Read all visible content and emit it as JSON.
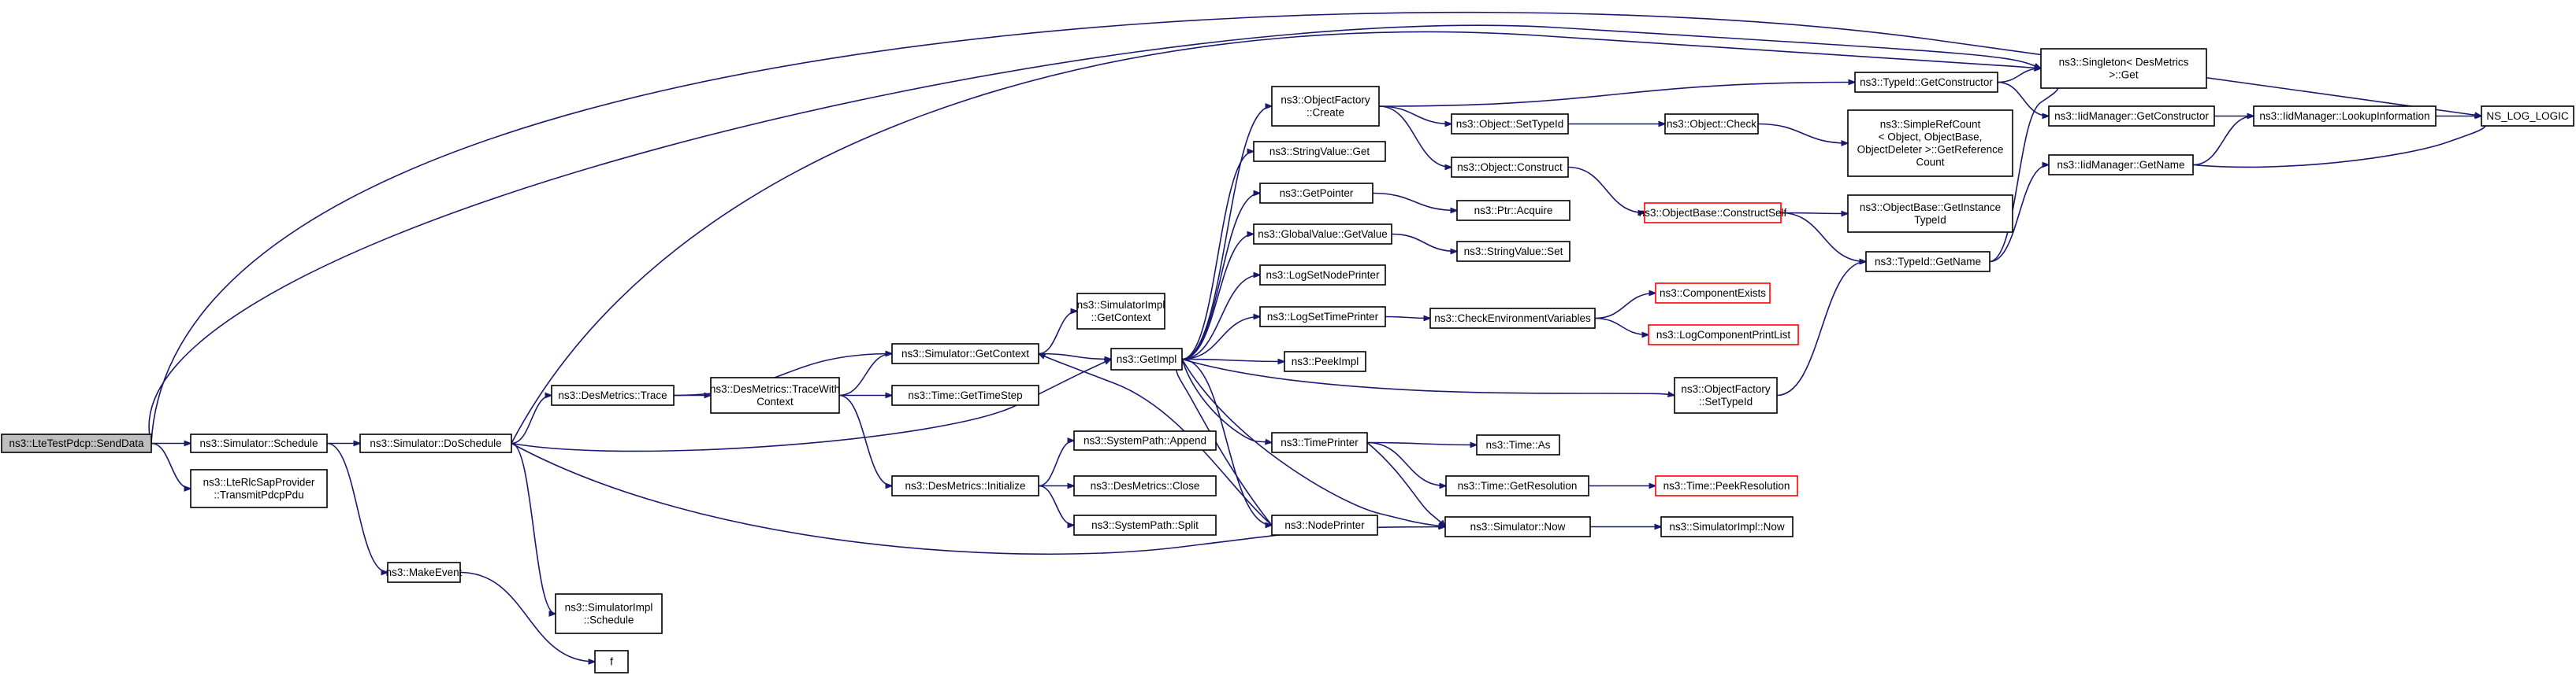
{
  "nodes": [
    {
      "id": "send",
      "lines": [
        "ns3::LteTestPdcp::SendData"
      ],
      "style": "root"
    },
    {
      "id": "sched",
      "lines": [
        "ns3::Simulator::Schedule"
      ]
    },
    {
      "id": "transmit",
      "lines": [
        "ns3::LteRlcSapProvider",
        "::TransmitPdcpPdu"
      ]
    },
    {
      "id": "dosched",
      "lines": [
        "ns3::Simulator::DoSchedule"
      ]
    },
    {
      "id": "makeevent",
      "lines": [
        "ns3::MakeEvent"
      ]
    },
    {
      "id": "f",
      "lines": [
        "f"
      ]
    },
    {
      "id": "trace",
      "lines": [
        "ns3::DesMetrics::Trace"
      ]
    },
    {
      "id": "tracewith",
      "lines": [
        "ns3::DesMetrics::TraceWith",
        "Context"
      ]
    },
    {
      "id": "getcontext",
      "lines": [
        "ns3::Simulator::GetContext"
      ]
    },
    {
      "id": "timestep",
      "lines": [
        "ns3::Time::GetTimeStep"
      ]
    },
    {
      "id": "initialize",
      "lines": [
        "ns3::DesMetrics::Initialize"
      ]
    },
    {
      "id": "implctx",
      "lines": [
        "ns3::SimulatorImpl",
        "::GetContext"
      ]
    },
    {
      "id": "append",
      "lines": [
        "ns3::SystemPath::Append"
      ]
    },
    {
      "id": "close",
      "lines": [
        "ns3::DesMetrics::Close"
      ]
    },
    {
      "id": "split",
      "lines": [
        "ns3::SystemPath::Split"
      ]
    },
    {
      "id": "implsched",
      "lines": [
        "ns3::SimulatorImpl",
        "::Schedule"
      ]
    },
    {
      "id": "getimpl",
      "lines": [
        "ns3::GetImpl"
      ]
    },
    {
      "id": "ofcreate",
      "lines": [
        "ns3::ObjectFactory",
        "::Create"
      ]
    },
    {
      "id": "svget",
      "lines": [
        "ns3::StringValue::Get"
      ]
    },
    {
      "id": "getpointer",
      "lines": [
        "ns3::GetPointer"
      ]
    },
    {
      "id": "gvget",
      "lines": [
        "ns3::GlobalValue::GetValue"
      ]
    },
    {
      "id": "lsnode",
      "lines": [
        "ns3::LogSetNodePrinter"
      ]
    },
    {
      "id": "lstime",
      "lines": [
        "ns3::LogSetTimePrinter"
      ]
    },
    {
      "id": "peek",
      "lines": [
        "ns3::PeekImpl"
      ]
    },
    {
      "id": "timeprinter",
      "lines": [
        "ns3::TimePrinter"
      ]
    },
    {
      "id": "nodeprinter",
      "lines": [
        "ns3::NodePrinter"
      ]
    },
    {
      "id": "settypeid",
      "lines": [
        "ns3::Object::SetTypeId"
      ]
    },
    {
      "id": "construct",
      "lines": [
        "ns3::Object::Construct"
      ]
    },
    {
      "id": "acquire",
      "lines": [
        "ns3::Ptr::Acquire"
      ]
    },
    {
      "id": "svset",
      "lines": [
        "ns3::StringValue::Set"
      ]
    },
    {
      "id": "checkenv",
      "lines": [
        "ns3::CheckEnvironmentVariables"
      ]
    },
    {
      "id": "timeas",
      "lines": [
        "ns3::Time::As"
      ]
    },
    {
      "id": "getres",
      "lines": [
        "ns3::Time::GetResolution"
      ]
    },
    {
      "id": "simnow",
      "lines": [
        "ns3::Simulator::Now"
      ]
    },
    {
      "id": "tgetctor",
      "lines": [
        "ns3::TypeId::GetConstructor"
      ]
    },
    {
      "id": "ocheck",
      "lines": [
        "ns3::Object::Check"
      ]
    },
    {
      "id": "constructself",
      "lines": [
        "ns3::ObjectBase::ConstructSelf"
      ],
      "style": "red"
    },
    {
      "id": "compexists",
      "lines": [
        "ns3::ComponentExists"
      ],
      "style": "red"
    },
    {
      "id": "logprint",
      "lines": [
        "ns3::LogComponentPrintList"
      ],
      "style": "red"
    },
    {
      "id": "ofsettypeid",
      "lines": [
        "ns3::ObjectFactory",
        "::SetTypeId"
      ]
    },
    {
      "id": "peekres",
      "lines": [
        "ns3::Time::PeekResolution"
      ],
      "style": "red"
    },
    {
      "id": "implnow",
      "lines": [
        "ns3::SimulatorImpl::Now"
      ]
    },
    {
      "id": "singleton",
      "lines": [
        "ns3::Singleton< DesMetrics",
        " >::Get"
      ]
    },
    {
      "id": "iidgetctor",
      "lines": [
        "ns3::IidManager::GetConstructor"
      ]
    },
    {
      "id": "iidgetname",
      "lines": [
        "ns3::IidManager::GetName"
      ]
    },
    {
      "id": "simpleref",
      "lines": [
        "ns3::SimpleRefCount",
        "< Object, ObjectBase,",
        " ObjectDeleter >::GetReference",
        "Count"
      ]
    },
    {
      "id": "getinstance",
      "lines": [
        "ns3::ObjectBase::GetInstance",
        "TypeId"
      ]
    },
    {
      "id": "tgetname",
      "lines": [
        "ns3::TypeId::GetName"
      ]
    },
    {
      "id": "lookup",
      "lines": [
        "ns3::IidManager::LookupInformation"
      ]
    },
    {
      "id": "nslog",
      "lines": [
        "NS_LOG_LOGIC"
      ]
    }
  ],
  "edges": [
    [
      "send",
      "sched"
    ],
    [
      "send",
      "transmit"
    ],
    [
      "send",
      "singleton"
    ],
    [
      "send",
      "nslog"
    ],
    [
      "sched",
      "dosched"
    ],
    [
      "sched",
      "makeevent"
    ],
    [
      "dosched",
      "trace"
    ],
    [
      "dosched",
      "getimpl"
    ],
    [
      "dosched",
      "implsched"
    ],
    [
      "dosched",
      "simnow"
    ],
    [
      "dosched",
      "singleton"
    ],
    [
      "makeevent",
      "f"
    ],
    [
      "trace",
      "tracewith"
    ],
    [
      "trace",
      "getcontext"
    ],
    [
      "tracewith",
      "getcontext"
    ],
    [
      "tracewith",
      "timestep"
    ],
    [
      "tracewith",
      "initialize"
    ],
    [
      "getcontext",
      "implctx"
    ],
    [
      "getcontext",
      "getimpl"
    ],
    [
      "initialize",
      "append"
    ],
    [
      "initialize",
      "close"
    ],
    [
      "initialize",
      "split"
    ],
    [
      "getimpl",
      "ofcreate"
    ],
    [
      "getimpl",
      "svget"
    ],
    [
      "getimpl",
      "getpointer"
    ],
    [
      "getimpl",
      "gvget"
    ],
    [
      "getimpl",
      "lsnode"
    ],
    [
      "getimpl",
      "lstime"
    ],
    [
      "getimpl",
      "peek"
    ],
    [
      "getimpl",
      "timeprinter"
    ],
    [
      "getimpl",
      "nodeprinter"
    ],
    [
      "getimpl",
      "ofsettypeid"
    ],
    [
      "getimpl",
      "simnow"
    ],
    [
      "nodeprinter",
      "getimpl"
    ],
    [
      "nodeprinter",
      "getcontext"
    ],
    [
      "ofcreate",
      "settypeid"
    ],
    [
      "ofcreate",
      "construct"
    ],
    [
      "ofcreate",
      "tgetctor"
    ],
    [
      "getpointer",
      "acquire"
    ],
    [
      "gvget",
      "svset"
    ],
    [
      "lstime",
      "checkenv"
    ],
    [
      "checkenv",
      "compexists"
    ],
    [
      "checkenv",
      "logprint"
    ],
    [
      "timeprinter",
      "timeas"
    ],
    [
      "timeprinter",
      "getres"
    ],
    [
      "timeprinter",
      "simnow"
    ],
    [
      "getres",
      "peekres"
    ],
    [
      "simnow",
      "implnow"
    ],
    [
      "settypeid",
      "ocheck"
    ],
    [
      "ocheck",
      "simpleref"
    ],
    [
      "construct",
      "constructself"
    ],
    [
      "constructself",
      "getinstance"
    ],
    [
      "constructself",
      "tgetname"
    ],
    [
      "ofsettypeid",
      "tgetname"
    ],
    [
      "tgetctor",
      "singleton"
    ],
    [
      "tgetctor",
      "iidgetctor"
    ],
    [
      "tgetname",
      "singleton"
    ],
    [
      "tgetname",
      "iidgetname"
    ],
    [
      "iidgetctor",
      "lookup"
    ],
    [
      "iidgetname",
      "lookup"
    ],
    [
      "iidgetname",
      "nslog"
    ],
    [
      "lookup",
      "nslog"
    ]
  ],
  "colors": {
    "edge": "#191970",
    "root_fill": "#bfbfbf",
    "highlight_border": "#ff0000"
  }
}
